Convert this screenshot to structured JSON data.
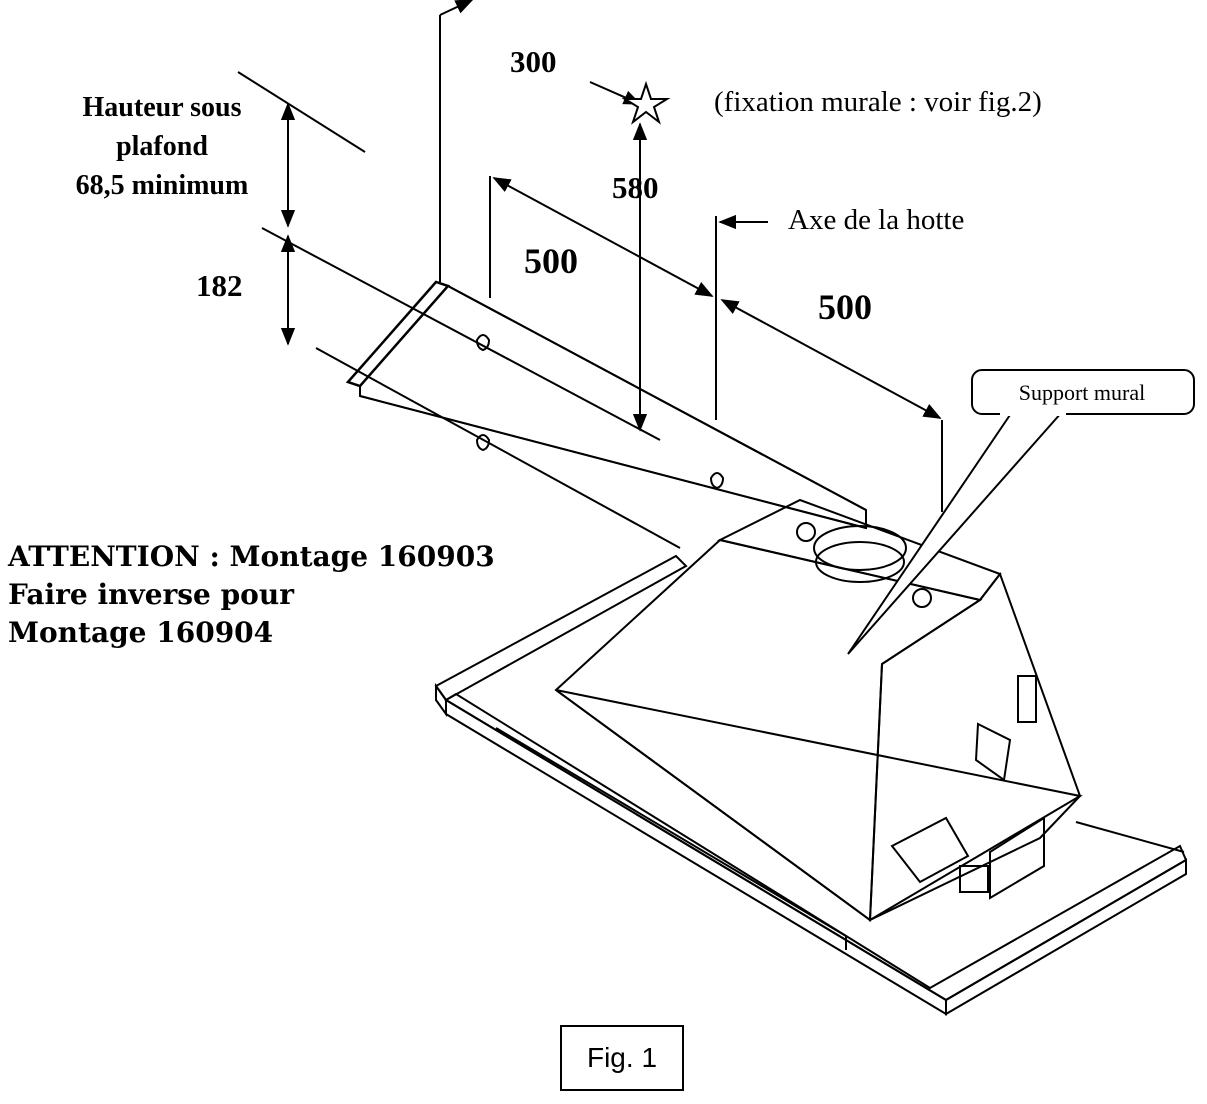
{
  "dimensions": {
    "d300": "300",
    "d580": "580",
    "d500_left": "500",
    "d500_right": "500",
    "d182": "182"
  },
  "hauteur": {
    "line1": "Hauteur sous",
    "line2": "plafond",
    "line3": "68,5 minimum"
  },
  "fixation_note": "(fixation murale : voir fig.2)",
  "axe_label": "Axe de la hotte",
  "callout": "Support mural",
  "attention": {
    "line1": "ATTENTION : Montage 160903",
    "line2": "Faire inverse pour",
    "line3": "Montage 160904"
  },
  "figure_label": "Fig. 1",
  "colors": {
    "ink": "#000000",
    "paper": "#ffffff"
  }
}
